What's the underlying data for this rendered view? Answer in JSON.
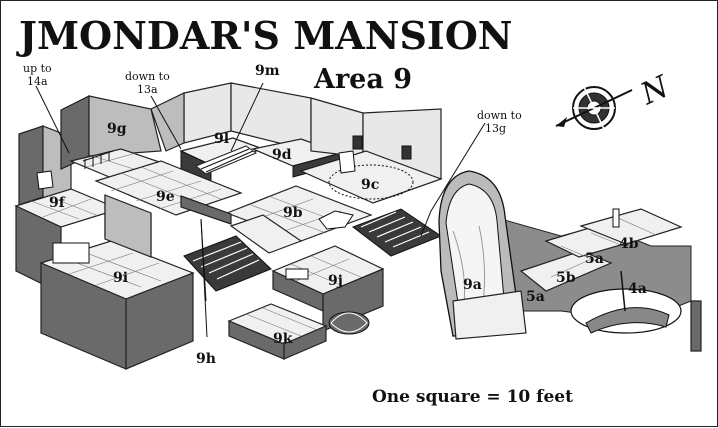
{
  "map": {
    "title": "JMONDAR'S MANSION",
    "area": "Area 9",
    "scale_note": "One square = 10 feet",
    "compass_label": "N",
    "rooms": {
      "r9g": "9g",
      "r9m": "9m",
      "r9l": "9l",
      "r9d": "9d",
      "r9c": "9c",
      "r9e": "9e",
      "r9f": "9f",
      "r9b": "9b",
      "r9i": "9i",
      "r9j": "9j",
      "r9h": "9h",
      "r9k": "9k",
      "r9a": "9a",
      "r5a_top": "5a",
      "r5b": "5b",
      "r5a_bottom": "5a",
      "r4a": "4a",
      "r4b": "4b"
    },
    "notes": {
      "up_to_14a_line1": "up to",
      "up_to_14a_line2": "14a",
      "down_to_13a_line1": "down to",
      "down_to_13a_line2": "13a",
      "down_to_13g_line1": "down to",
      "down_to_13g_line2": "13g"
    }
  }
}
